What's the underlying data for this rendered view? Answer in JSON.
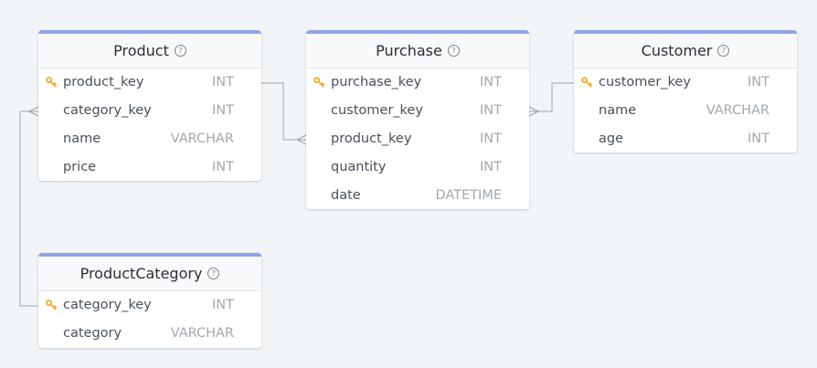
{
  "tables": [
    {
      "id": "product",
      "name": "Product",
      "columns": [
        {
          "name": "product_key",
          "type": "INT",
          "pk": true
        },
        {
          "name": "category_key",
          "type": "INT",
          "pk": false
        },
        {
          "name": "name",
          "type": "VARCHAR",
          "pk": false
        },
        {
          "name": "price",
          "type": "INT",
          "pk": false
        }
      ]
    },
    {
      "id": "purchase",
      "name": "Purchase",
      "columns": [
        {
          "name": "purchase_key",
          "type": "INT",
          "pk": true
        },
        {
          "name": "customer_key",
          "type": "INT",
          "pk": false
        },
        {
          "name": "product_key",
          "type": "INT",
          "pk": false
        },
        {
          "name": "quantity",
          "type": "INT",
          "pk": false
        },
        {
          "name": "date",
          "type": "DATETIME",
          "pk": false
        }
      ]
    },
    {
      "id": "customer",
      "name": "Customer",
      "columns": [
        {
          "name": "customer_key",
          "type": "INT",
          "pk": true
        },
        {
          "name": "name",
          "type": "VARCHAR",
          "pk": false
        },
        {
          "name": "age",
          "type": "INT",
          "pk": false
        }
      ]
    },
    {
      "id": "productcategory",
      "name": "ProductCategory",
      "columns": [
        {
          "name": "category_key",
          "type": "INT",
          "pk": true
        },
        {
          "name": "category",
          "type": "VARCHAR",
          "pk": false
        }
      ]
    }
  ],
  "relationships": [
    {
      "from_table": "product",
      "from_column": "product_key",
      "to_table": "purchase",
      "to_column": "product_key",
      "cardinality": "one-to-many"
    },
    {
      "from_table": "customer",
      "from_column": "customer_key",
      "to_table": "purchase",
      "to_column": "customer_key",
      "cardinality": "one-to-many"
    },
    {
      "from_table": "productcategory",
      "from_column": "category_key",
      "to_table": "product",
      "to_column": "category_key",
      "cardinality": "one-to-many"
    }
  ],
  "colors": {
    "background": "#f1f5f8",
    "header_accent": "#8fa4e6",
    "key_icon": "#f5a623",
    "connector": "#9aa3ac"
  },
  "icons": {
    "primary_key": "key-icon",
    "table_info": "info-icon"
  }
}
